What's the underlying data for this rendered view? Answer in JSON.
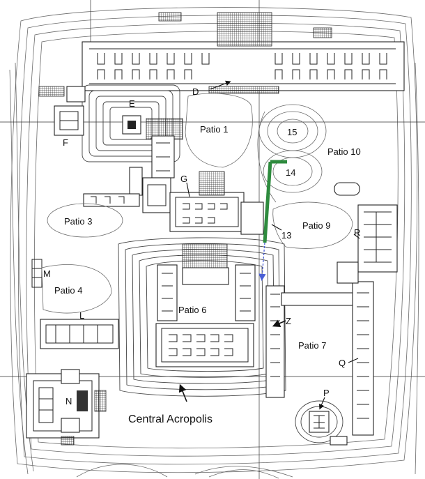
{
  "labels": {
    "patio1": "Patio 1",
    "patio3": "Patio 3",
    "patio4": "Patio 4",
    "patio6": "Patio 6",
    "patio7": "Patio 7",
    "patio9": "Patio 9",
    "patio10": "Patio 10",
    "d": "D",
    "e": "E",
    "f": "F",
    "g": "G",
    "l": "L",
    "m": "M",
    "n": "N",
    "p": "P",
    "q": "Q",
    "r": "R",
    "z": "Z",
    "n13": "13",
    "n14": "14",
    "n15": "15",
    "acropolis": "Central Acropolis"
  },
  "colors": {
    "trench": "#2e8b3e",
    "arrow": "#4a5fd6",
    "ink": "#222222",
    "contour": "#6a6a6a"
  }
}
